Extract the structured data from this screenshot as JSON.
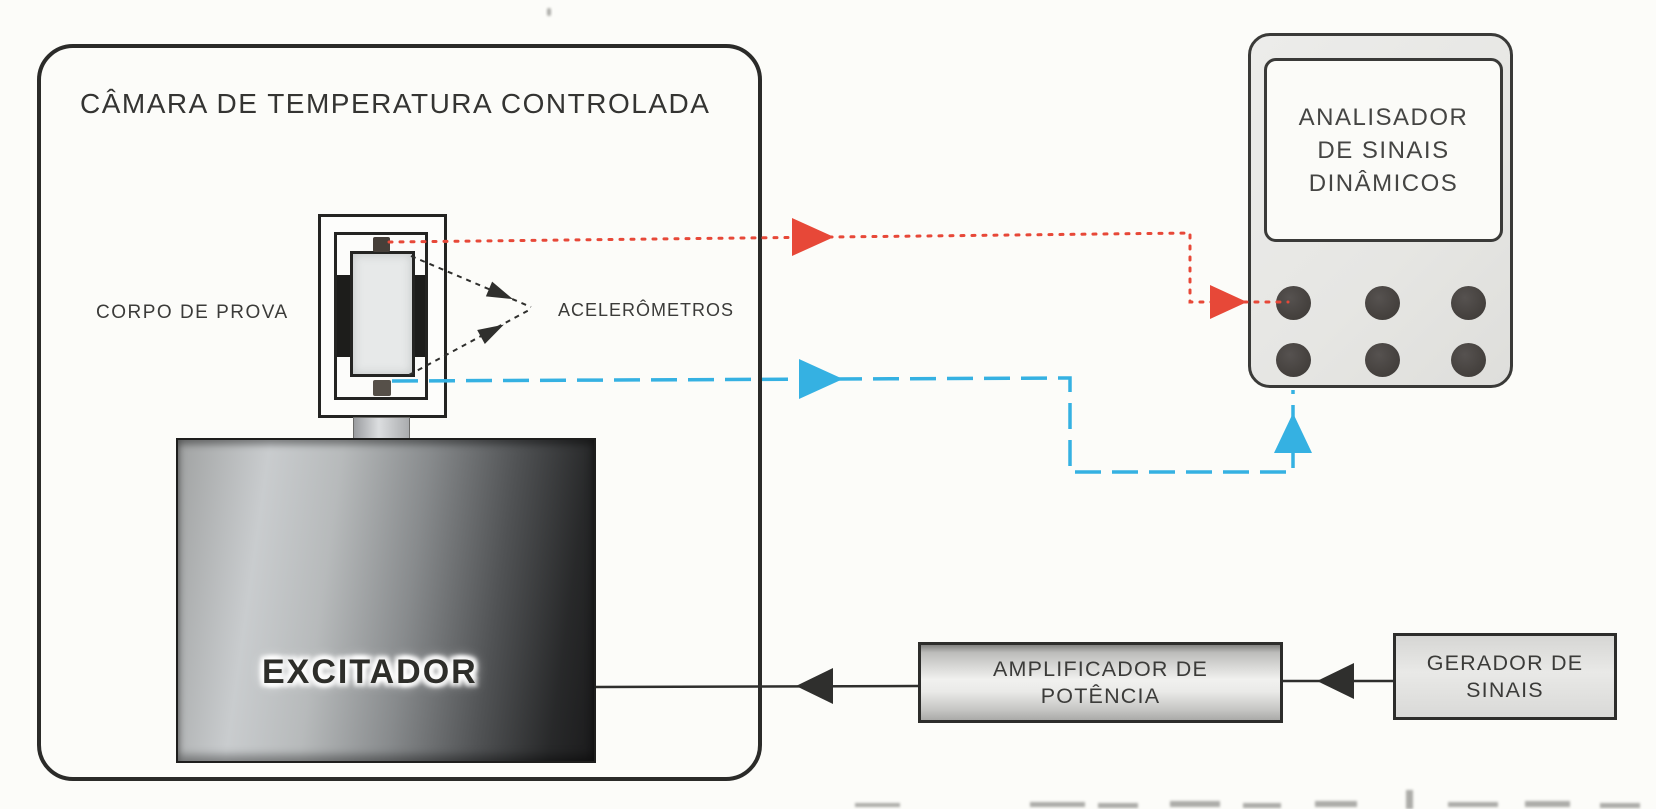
{
  "chamber": {
    "title": "CÂMARA DE TEMPERATURA CONTROLADA"
  },
  "labels": {
    "specimen": "CORPO DE PROVA",
    "accelerometers": "ACELERÔMETROS",
    "exciter": "EXCITADOR"
  },
  "analyzer": {
    "label": "ANALISADOR\nDE SINAIS\nDINÂMICOS"
  },
  "amplifier": {
    "label": "AMPLIFICADOR DE\nPOTÊNCIA"
  },
  "generator": {
    "label": "GERADOR DE\nSINAIS"
  },
  "colors": {
    "signal_red": "#e74838",
    "signal_blue": "#35b1e2",
    "line_dark": "#2f2f2d",
    "paper": "#fcfcf9"
  }
}
